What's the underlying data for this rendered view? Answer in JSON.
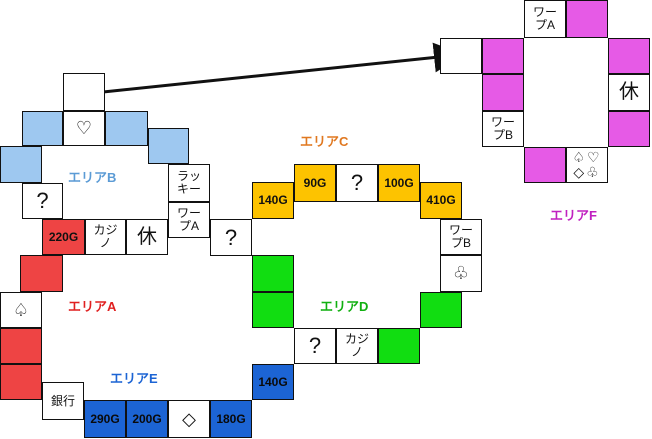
{
  "colors": {
    "area_a": "#ee4444",
    "area_b": "#9ec8f0",
    "area_c": "#fdc300",
    "area_d": "#11dd11",
    "area_e": "#1c64d4",
    "area_f": "#e65ae6"
  },
  "areas": {
    "a": "エリアA",
    "b": "エリアB",
    "c": "エリアC",
    "d": "エリアD",
    "e": "エリアE",
    "f": "エリアF"
  },
  "squares": {
    "question": "?",
    "heart": "♡",
    "spade": "♤",
    "diamond": "◇",
    "club": "♧",
    "lucky": "ラッキー",
    "casino": "カジノ",
    "rest": "休",
    "warp_a": "ワープA",
    "warp_b": "ワープB",
    "bank": "銀行",
    "suits_4": "♤♡◇♧"
  },
  "prices": {
    "g220": "220G",
    "g140": "140G",
    "g90": "90G",
    "g100": "100G",
    "g410": "410G",
    "g290": "290G",
    "g200": "200G",
    "g180": "180G"
  }
}
